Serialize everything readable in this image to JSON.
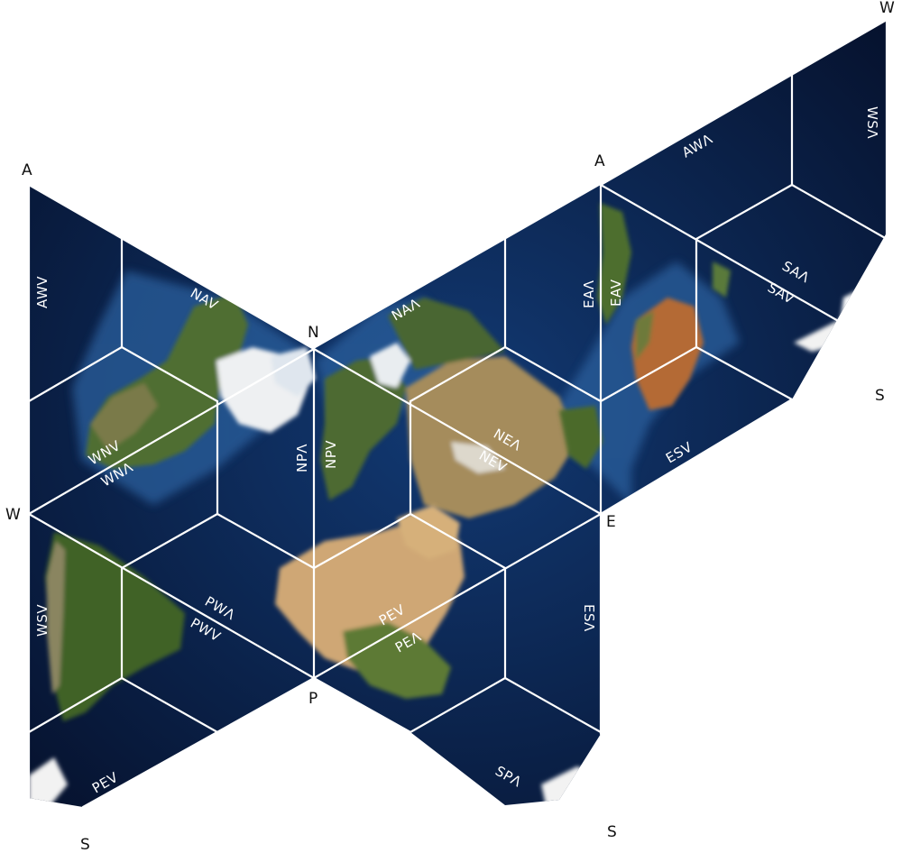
{
  "colors": {
    "ocean_deep": "#06122e",
    "ocean_mid": "#0d2a5e",
    "ocean_shelf": "#2b5f9c",
    "land_forest": "#3d5d2a",
    "land_green": "#5a7a3a",
    "land_desert": "#c7a070",
    "land_red": "#b06a3a",
    "ice": "#f2f2f2",
    "grid_lines": "#ffffff"
  },
  "vertices": {
    "a_left": "A",
    "n": "N",
    "w_left": "W",
    "p": "P",
    "e": "E",
    "s_left": "S",
    "s_mid": "S",
    "a_right": "A",
    "w_top": "W",
    "s_right": "S"
  },
  "faces": {
    "awv": "AWV",
    "nav": "NAV",
    "wnv": "WNV",
    "wn_lambda": "WNΛ",
    "np_lambda": "NPΛ",
    "npv": "NPV",
    "na_lambda": "NAΛ",
    "ne_lambda": "NEΛ",
    "nev": "NEV",
    "wsv": "WSV",
    "pw_lambda": "PWΛ",
    "pwv": "PWV",
    "pev": "PEV",
    "pe_lambda": "PEΛ",
    "es_lambda": "ESΛ",
    "sp_lambda": "SPΛ",
    "pev_lower": "PEV",
    "ea_lambda": "EAΛ",
    "eav": "EAV",
    "esv": "ESV",
    "sa_lambda": "SAΛ",
    "sav": "SAV",
    "aw_lambda": "AWΛ",
    "ws_lambda": "WSΛ"
  }
}
